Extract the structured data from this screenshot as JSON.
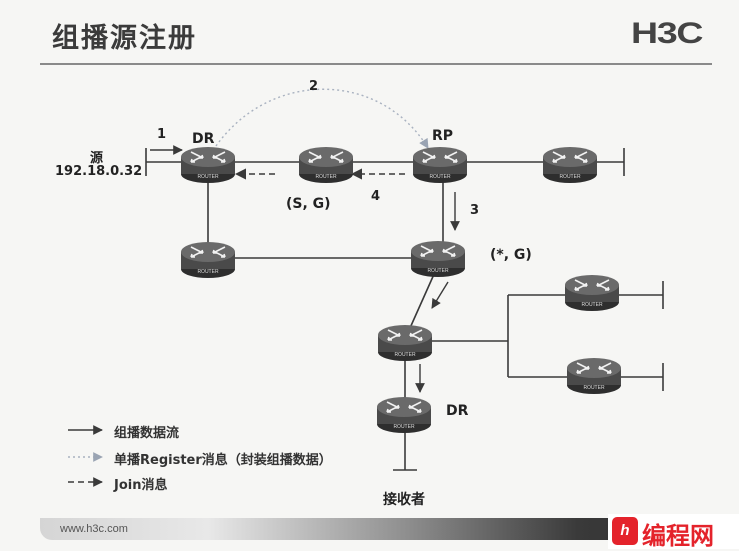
{
  "slide": {
    "title": "组播源注册",
    "brand": "H3C",
    "footer_url": "www.h3c.com"
  },
  "watermark": {
    "badge": "h",
    "text": "编程网"
  },
  "router_label": "ROUTER",
  "labels": {
    "source": "源",
    "source_ip": "192.18.0.32",
    "dr_source": "DR",
    "rp": "RP",
    "dr_receiver": "DR",
    "sg": "(S, G)",
    "star_g": "(*, G)",
    "receiver": "接收者"
  },
  "steps": {
    "s1": "1",
    "s2": "2",
    "s3": "3",
    "s4": "4"
  },
  "legend": {
    "multicast_flow": "组播数据流",
    "register": "单播Register消息（封装组播数据）",
    "join": "Join消息"
  },
  "colors": {
    "line": "#3a3a3a",
    "router_fill": "#585858",
    "router_base": "#2e2e2e",
    "register_line": "#a9b2c0",
    "accent": "#e4232b"
  }
}
